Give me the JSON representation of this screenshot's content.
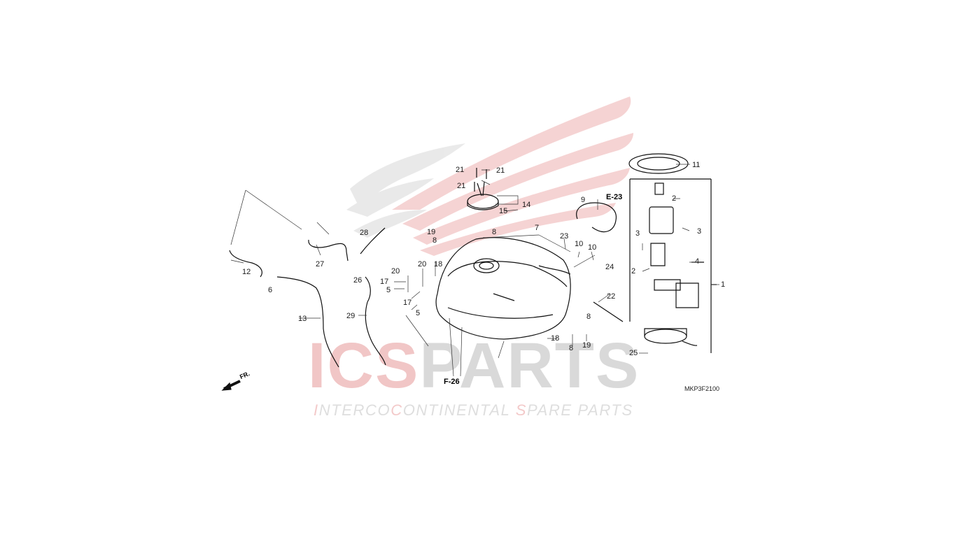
{
  "watermark": {
    "brand_red": "ICS",
    "brand_gray": "PARTS",
    "tagline_parts": [
      "I",
      "NTERCO",
      "C",
      "ONTINENTAL ",
      "S",
      "PARE PARTS"
    ],
    "tagline_colors": {
      "red": "#f3caca",
      "gray": "#dedede"
    },
    "logo": "honda-wing-logo"
  },
  "diagram": {
    "code": "MKP3F2100",
    "direction_label": "FR.",
    "refs": {
      "e23": "E-23",
      "f26": "F-26"
    },
    "callouts": [
      "21",
      "21",
      "21",
      "14",
      "15",
      "19",
      "8",
      "8",
      "7",
      "28",
      "9",
      "23",
      "10",
      "10",
      "24",
      "27",
      "12",
      "6",
      "20",
      "20",
      "18",
      "26",
      "17",
      "17",
      "5",
      "5",
      "13",
      "29",
      "22",
      "8",
      "18",
      "19",
      "8",
      "11",
      "2",
      "3",
      "3",
      "4",
      "2",
      "1",
      "25"
    ]
  }
}
